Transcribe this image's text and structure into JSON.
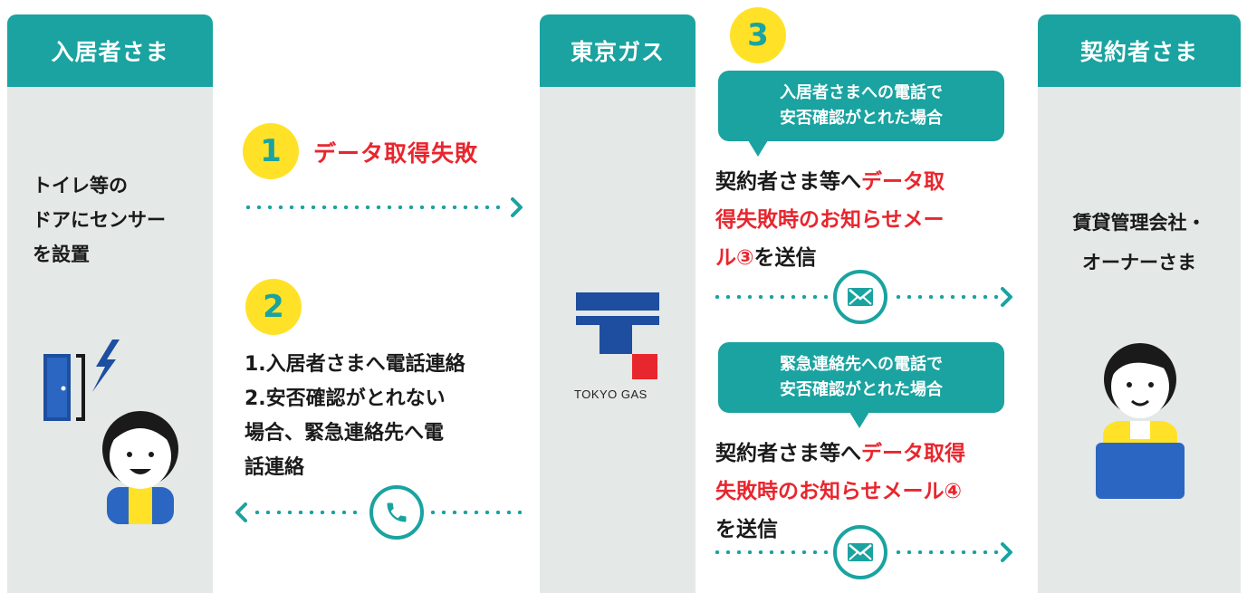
{
  "columns": {
    "resident": {
      "title": "入居者さま",
      "text": [
        "トイレ等の",
        "ドアにセンサー",
        "を設置"
      ]
    },
    "tokyogas": {
      "title": "東京ガス",
      "logo_text": "TOKYO GAS"
    },
    "contractor": {
      "title": "契約者さま",
      "text": [
        "賃貸管理会社・",
        "オーナーさま"
      ]
    }
  },
  "steps": {
    "s1": {
      "num": "1",
      "title": "データ取得失敗"
    },
    "s2": {
      "num": "2",
      "lines": [
        "1.入居者さまへ電話連絡",
        "2.安否確認がとれない",
        "場合、緊急連絡先へ電",
        "話連絡"
      ]
    },
    "s3": {
      "num": "3",
      "bubble_a": [
        "入居者さまへの電話で",
        "安否確認がとれた場合"
      ],
      "msg_a": {
        "l1a": "契約者さま等へ",
        "l1b": "データ取",
        "l2": "得失敗時のお知らせメー",
        "l3a": "ル③",
        "l3b": "を送信"
      },
      "bubble_b": [
        "緊急連絡先への電話で",
        "安否確認がとれた場合"
      ],
      "msg_b": {
        "l1a": "契約者さま等へ",
        "l1b": "データ取得",
        "l2": "失敗時のお知らせメール④",
        "l3": "を送信"
      }
    }
  },
  "icons": {
    "mail": "mail-icon",
    "phone": "phone-icon",
    "door": "door-sensor-icon",
    "person": "person-icon"
  },
  "colors": {
    "teal": "#1aa3a0",
    "yellow": "#ffe227",
    "red": "#e8262e",
    "panel": "#e4e8e6",
    "navy": "#1d4ea0"
  }
}
